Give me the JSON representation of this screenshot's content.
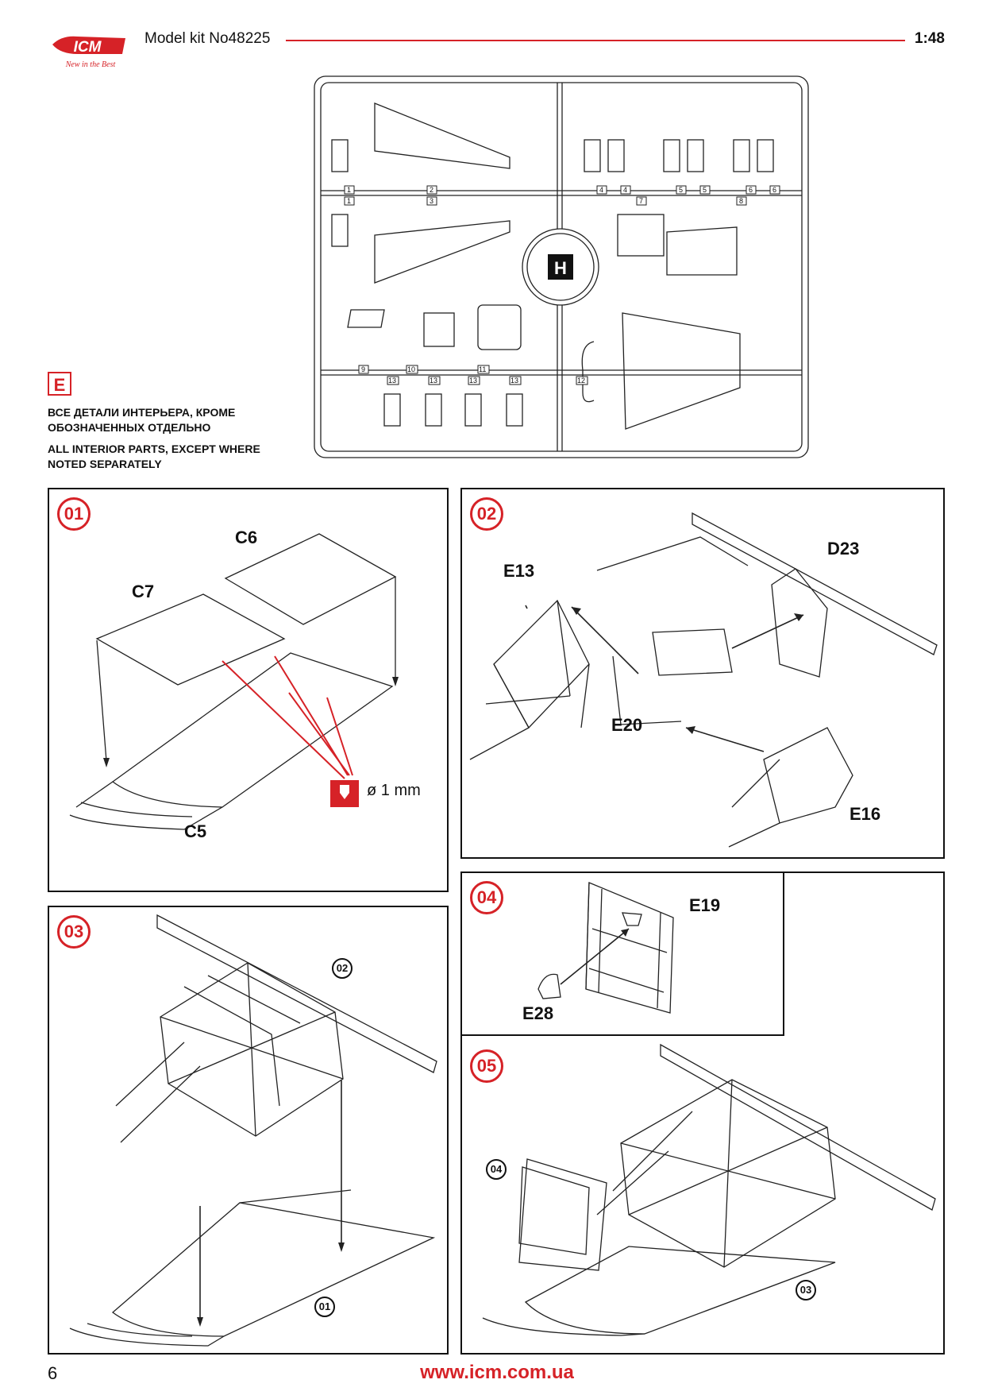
{
  "header": {
    "brand": "ICM",
    "tagline": "New in the Best",
    "kit_title": "Model kit No48225",
    "scale": "1:48",
    "accent_color": "#d62227"
  },
  "sprue": {
    "letter": "H",
    "numbers": [
      "1",
      "1",
      "2",
      "3",
      "4",
      "4",
      "5",
      "5",
      "6",
      "6",
      "7",
      "8",
      "9",
      "10",
      "11",
      "12",
      "13",
      "13",
      "13",
      "13"
    ]
  },
  "legend": {
    "badge": "E",
    "text_ru_line1": "ВСЕ ДЕТАЛИ ИНТЕРЬЕРА, КРОМЕ",
    "text_ru_line2": "ОБОЗНАЧЕННЫХ ОТДЕЛЬНО",
    "text_en_line1": "ALL INTERIOR PARTS, EXCEPT WHERE",
    "text_en_line2": "NOTED SEPARATELY"
  },
  "steps": {
    "s01": {
      "num": "01",
      "parts": [
        "C6",
        "C7",
        "C5"
      ],
      "drill": "ø 1 mm",
      "drill_icon": "drill-icon"
    },
    "s02": {
      "num": "02",
      "parts": [
        "D23",
        "E13",
        "E20",
        "E16"
      ]
    },
    "s03": {
      "num": "03",
      "refs": [
        "02",
        "01"
      ]
    },
    "s04": {
      "num": "04",
      "parts": [
        "E19",
        "E28"
      ]
    },
    "s05": {
      "num": "05",
      "refs": [
        "04",
        "03"
      ]
    }
  },
  "footer": {
    "page": "6",
    "website": "www.icm.com.ua"
  }
}
